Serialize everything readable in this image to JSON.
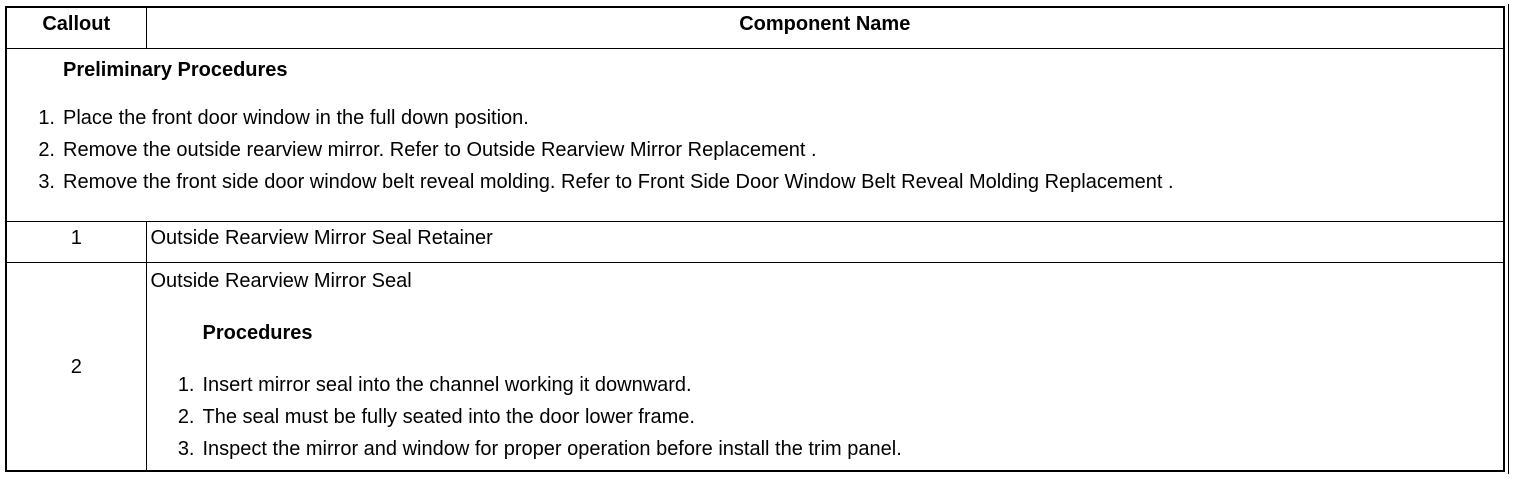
{
  "header": {
    "callout": "Callout",
    "component_name": "Component Name"
  },
  "preliminary": {
    "title": "Preliminary Procedures",
    "steps": [
      {
        "num": "1.",
        "text": "Place the front door window in the full down position."
      },
      {
        "num": "2.",
        "text": "Remove the outside rearview mirror. Refer to Outside Rearview Mirror Replacement ."
      },
      {
        "num": "3.",
        "text": "Remove the front side door window belt reveal molding. Refer to Front Side Door Window Belt Reveal Molding Replacement ."
      }
    ]
  },
  "rows": [
    {
      "callout": "1",
      "name": "Outside Rearview Mirror Seal Retainer"
    },
    {
      "callout": "2",
      "name": "Outside Rearview Mirror Seal",
      "procedures_title": "Procedures",
      "steps": [
        {
          "num": "1.",
          "text": "Insert mirror seal into the channel working it downward."
        },
        {
          "num": "2.",
          "text": "The seal must be fully seated into the door lower frame."
        },
        {
          "num": "3.",
          "text": "Inspect the mirror and window for proper operation before install the trim panel."
        }
      ]
    }
  ]
}
